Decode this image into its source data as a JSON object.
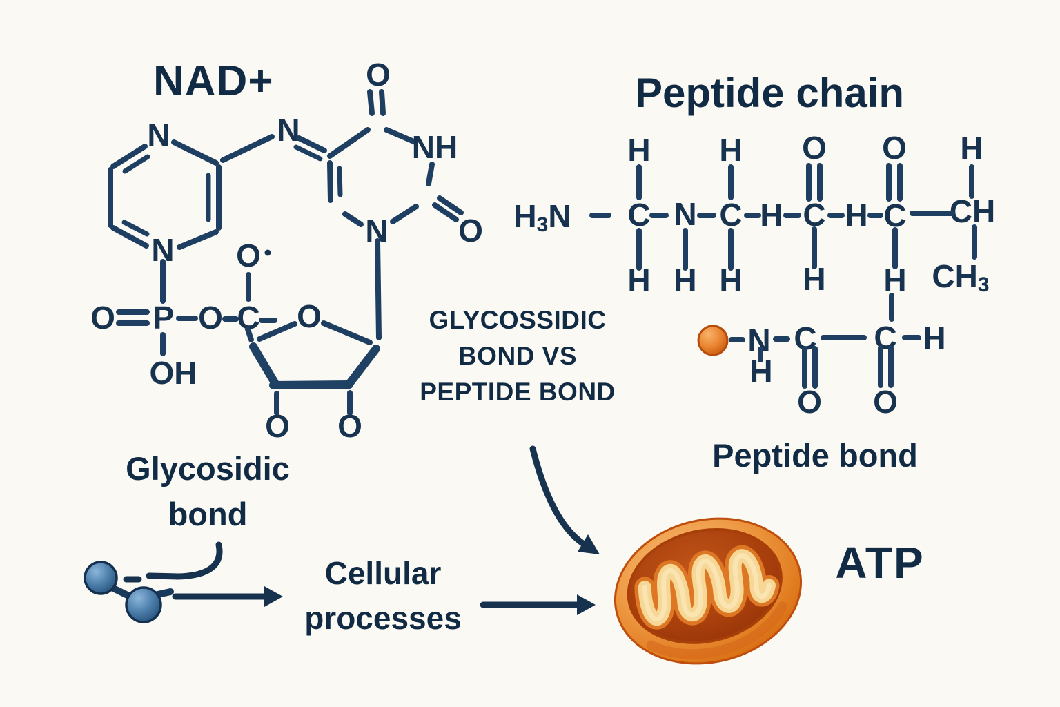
{
  "colors": {
    "background": "#fbf9f4",
    "ink": "#16324e",
    "bond": "#1e3f61",
    "heading": "#122b45",
    "mito_orange": "#e8822c",
    "mito_rim_dark": "#bf4e0d",
    "cristae_cream": "#f6d795",
    "blue_sphere": "#4d7fab",
    "orange_sphere": "#ea8733"
  },
  "nad": {
    "title": "NAD+",
    "glycosidic_label_line1": "Glycosidic",
    "glycosidic_label_line2": "bond",
    "atoms": {
      "ring1_n_top": "N",
      "ring1_n_bottom": "N",
      "bridge_n": "N",
      "ring2_o_top": "O",
      "ring2_nh": "NH",
      "ring2_o_right": "O",
      "ring2_n1": "N",
      "phosphate_o_left": "O",
      "phosphate_p": "P",
      "phosphate_o_mid": "O",
      "phosphate_c": "C",
      "phosphate_o_radical": "O",
      "phosphate_oh": "OH",
      "ribose_o_top": "O",
      "ribose_o_bottom_left": "O",
      "ribose_o_bottom_right": "O"
    }
  },
  "peptide": {
    "title": "Peptide chain",
    "amino_h": "H",
    "amino_sub": "3",
    "amino_n": "N",
    "top_row": [
      "H",
      "H",
      "O",
      "O",
      "H"
    ],
    "main_row": [
      "C",
      "N",
      "C",
      "H",
      "C",
      "H",
      "C",
      "CH"
    ],
    "bottom_row": [
      "H",
      "H",
      "H",
      "H",
      "H"
    ],
    "ch3_text": "CH",
    "ch3_sub": "3",
    "bond_label": "Peptide bond",
    "pb_atoms": {
      "n": "N",
      "c1": "C",
      "c2": "C",
      "h_right": "H",
      "h_below_n": "H",
      "o1": "O",
      "o2": "O"
    }
  },
  "center_heading": {
    "line1": "GLYCOSSIDIC",
    "line2": "BOND VS",
    "line3": "PEPTIDE BOND"
  },
  "flow": {
    "cellular_line1": "Cellular",
    "cellular_line2": "processes",
    "atp_label": "ATP"
  }
}
